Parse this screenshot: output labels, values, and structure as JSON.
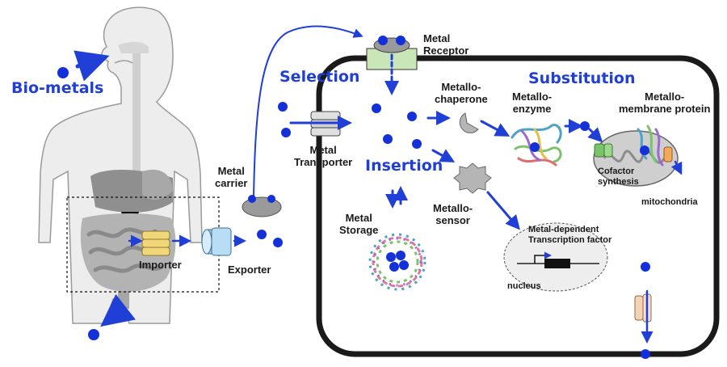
{
  "colors": {
    "metal": "#1430d8",
    "arrow": "#1f3fd6",
    "highlight_text": "#1f3fd6",
    "membrane": "#1a1a1a",
    "body_outline": "#9a9a9a",
    "organ": "#bdbdbd",
    "receptor": "#c9e6b8",
    "importer": "#f2d77a",
    "exporter": "#9fd0f0",
    "cell_transporter": "#f4d2b4"
  },
  "labels": {
    "bio_metals": "Bio-metals",
    "importer": "Importer",
    "exporter": "Exporter",
    "metal_carrier": [
      "Metal",
      "carrier"
    ],
    "metal_receptor": [
      "Metal",
      "Receptor"
    ],
    "metal_transporter": [
      "Metal",
      "Transporter"
    ],
    "selection": "Selection",
    "insertion": "Insertion",
    "substitution": "Substitution",
    "metallo_chaperone": [
      "Metallo-",
      "chaperone"
    ],
    "metallo_enzyme": [
      "Metallo-",
      "enzyme"
    ],
    "metallo_membrane_protein": [
      "Metallo-",
      "membrane protein"
    ],
    "metallo_sensor": [
      "Metallo-",
      "sensor"
    ],
    "metal_storage": [
      "Metal",
      "Storage"
    ],
    "cofactor_synthesis": [
      "Cofactor",
      "synthesis"
    ],
    "mitochondria": "mitochondria",
    "transcription_factor": [
      "Metal-dependent",
      "Transcription factor"
    ],
    "nucleus": "nucleus"
  },
  "icons": {
    "metal_ion": "blue-dot",
    "body": "human-silhouette",
    "digestive_system": "digestive-tract",
    "chaperone": "pac-man-shape",
    "sensor": "gear-shape",
    "enzyme": "protein-ribbon",
    "storage": "ferritin-ring"
  }
}
